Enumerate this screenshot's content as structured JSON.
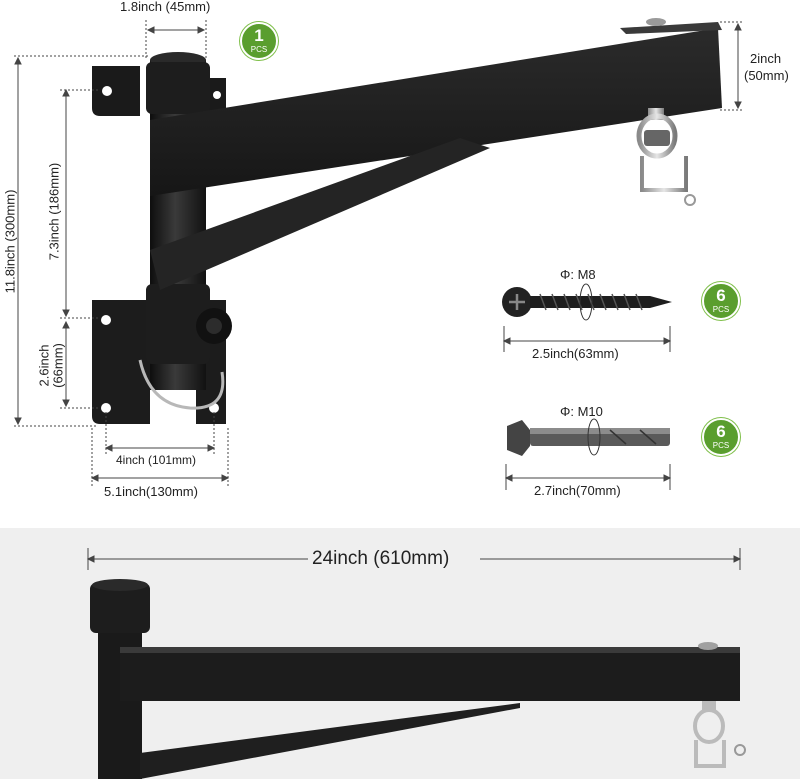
{
  "colors": {
    "badge_green": "#5a9e2e",
    "metal_black": "#1c1c1c",
    "bottom_panel_bg": "#efefef",
    "dimension_line": "#444444"
  },
  "quantities": {
    "bracket": {
      "count": "1",
      "unit": "PCS"
    },
    "lag_screws": {
      "count": "6",
      "unit": "PCS"
    },
    "expansion_bolts": {
      "count": "6",
      "unit": "PCS"
    }
  },
  "dimensions": {
    "pole_diameter": "1.8inch (45mm)",
    "arm_height": "2inch",
    "arm_height_mm": "(50mm)",
    "total_height": "11.8inch (300mm)",
    "plate_gap": "7.3inch (186mm)",
    "plate_height_line1": "2.6inch",
    "plate_height_line2": "(66mm)",
    "plate_hole_spacing": "4inch (101mm)",
    "plate_width": "5.1inch(130mm)",
    "arm_length": "24inch (610mm)"
  },
  "hardware": {
    "screw_size": "Φ: M8",
    "screw_length": "2.5inch(63mm)",
    "bolt_size": "Φ: M10",
    "bolt_length": "2.7inch(70mm)"
  }
}
